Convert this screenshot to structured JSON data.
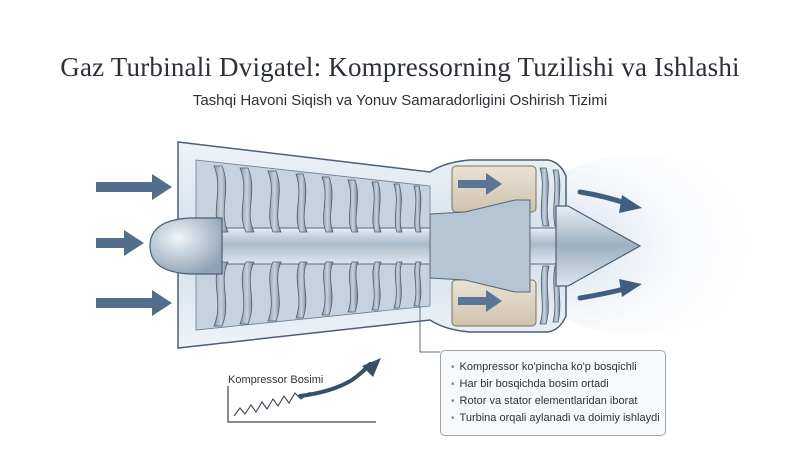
{
  "diagram": {
    "title": "Gaz Turbinali Dvigatel: Kompressorning Tuzilishi va Ishlashi",
    "subtitle": "Tashqi Havoni Siqish va Yonuv Samaradorligini Oshirish Tizimi",
    "info_items": [
      "Kompressor ko'pincha ko'p bosqichli",
      "Har bir bosqichda bosim ortadi",
      "Rotor va stator elementlaridan iborat",
      "Turbina orqali aylanadi va doimiy ishlaydi"
    ],
    "pressure_chart_label": "Kompressor Bosimi",
    "colors": {
      "casing": "#d7e1ea",
      "blade": "#6e8296",
      "shaft": "#9fb2c4",
      "combustor": "#d9cfbd",
      "arrow": "#3f5e80",
      "outline": "#42556a"
    }
  }
}
